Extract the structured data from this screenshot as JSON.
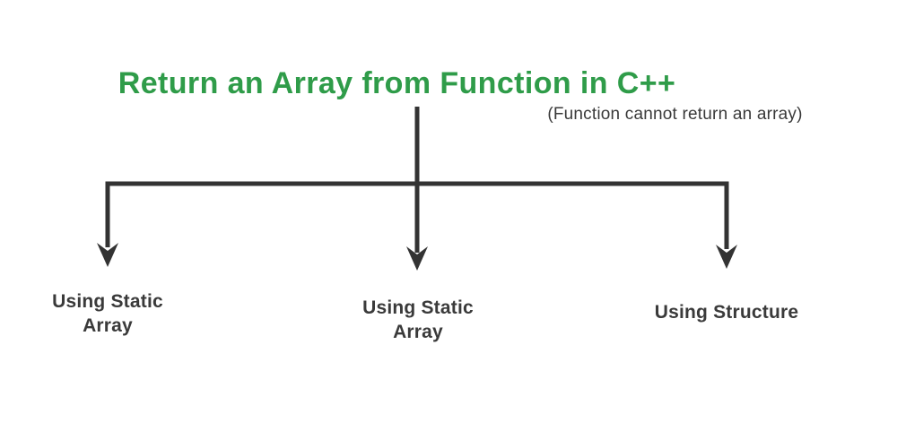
{
  "diagram": {
    "title": "Return an Array from Function in C++",
    "subtitle": "(Function cannot return an array)",
    "colors": {
      "title_green": "#2f9c49",
      "line": "#333333",
      "label_text": "#3a3a3a",
      "background": "#ffffff"
    },
    "branches": [
      {
        "label": "Using Static\nArray"
      },
      {
        "label": "Using Static\nArray"
      },
      {
        "label": "Using Structure"
      }
    ]
  }
}
